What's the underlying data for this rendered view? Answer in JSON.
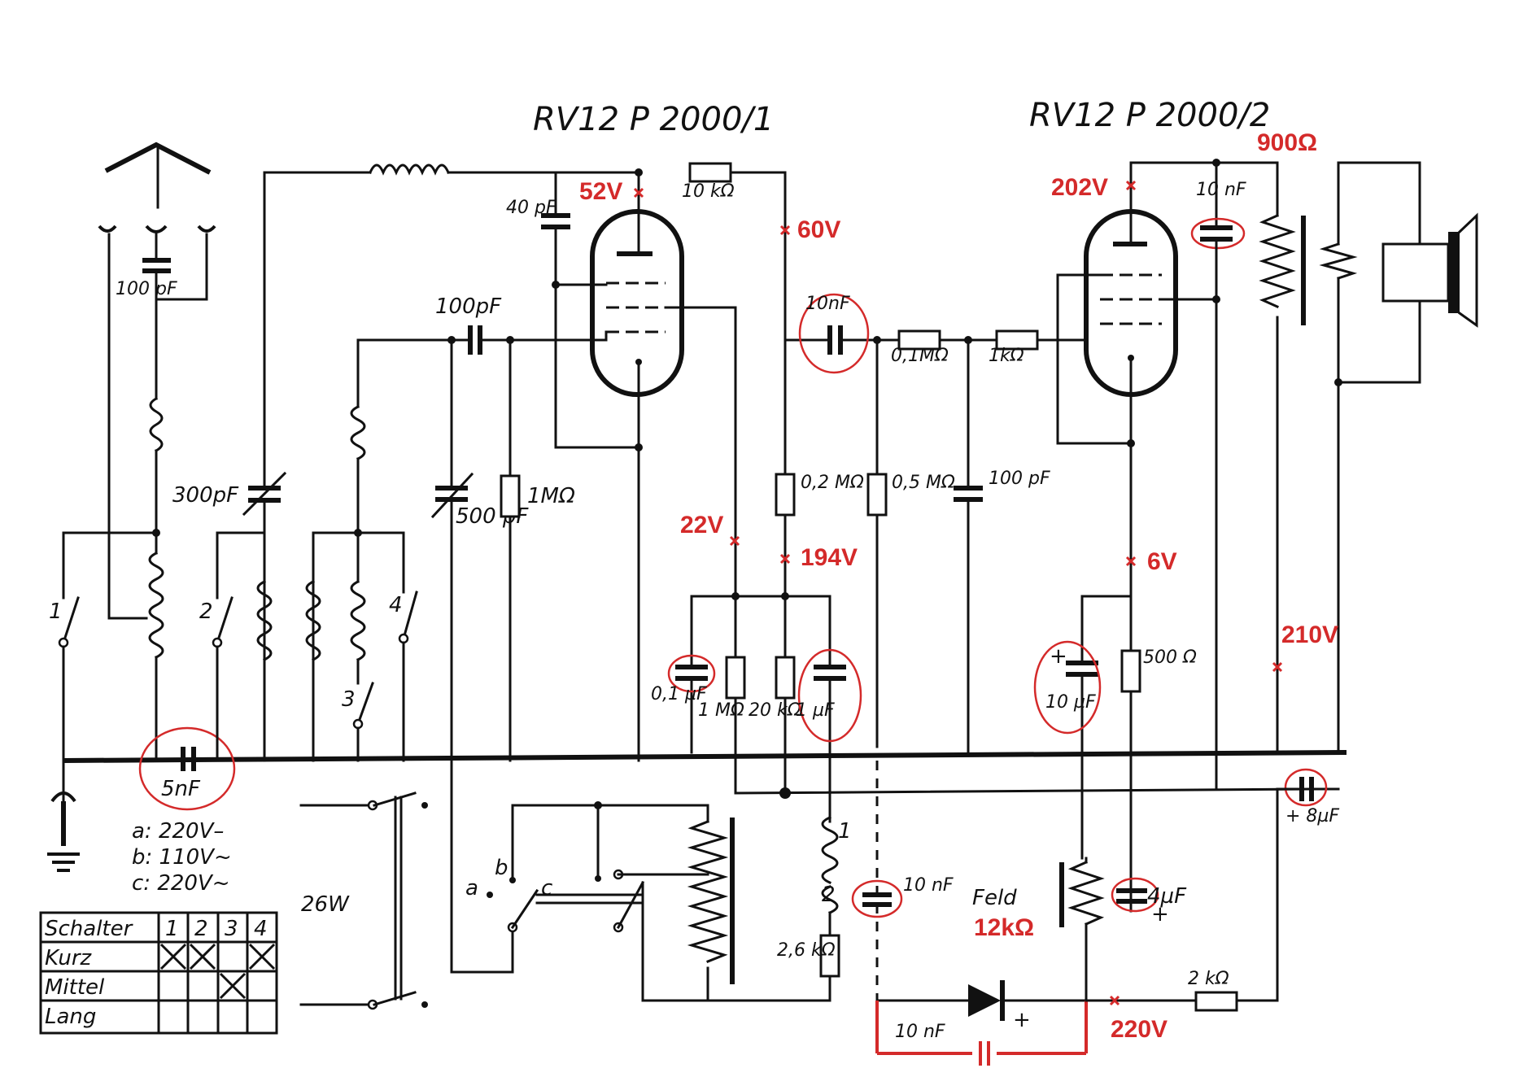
{
  "tubes": {
    "tube1": "RV12 P 2000/1",
    "tube2": "RV12 P 2000/2"
  },
  "components": {
    "c_ant": "100 pF",
    "c_var1": "300pF",
    "c_var2": "500 pF",
    "c_grid": "100pF",
    "c_40": "40 pF",
    "r_plate1": "10 kΩ",
    "r_grid1": "1MΩ",
    "c_couple": "10nF",
    "r_01m": "0,1MΩ",
    "r_1k": "1kΩ",
    "r_02m": "0,2 MΩ",
    "r_05m": "0,5 MΩ",
    "c_100pf": "100 pF",
    "c_10nf_p2": "10 nF",
    "c_01uf": "0,1 µF",
    "r_1m_b": "1 MΩ",
    "r_20k": "20 kΩ",
    "c_1uf": "1 µF",
    "c_10uf": "10 µF",
    "r_500": "500 Ω",
    "c_5nf": "5nF",
    "c_8uf": "+ 8µF",
    "r_26k": "2,6 kΩ",
    "c_10nf_mid": "10 nF",
    "feld": "Feld",
    "c_4uf": "4µF",
    "r_2k": "2 kΩ",
    "c_10nf_diode": "10 nF",
    "power": "26W",
    "coil_1": "1",
    "coil_2": "2",
    "switch_1": "1",
    "switch_2": "2",
    "switch_3": "3",
    "switch_4": "4",
    "sel_a": "a",
    "sel_b": "b",
    "sel_c": "c",
    "diode_plus": "+",
    "cap_plus_10uf": "+",
    "cap_plus_4uf": "+"
  },
  "annotations": {
    "v52": "52V",
    "v60": "60V",
    "v202": "202V",
    "r900": "900Ω",
    "v22": "22V",
    "v194": "194V",
    "v6": "6V",
    "v210": "210V",
    "v220": "220V",
    "feld_r": "12kΩ"
  },
  "legend": {
    "a": "a: 220V–",
    "b": "b: 110V~",
    "c": "c: 220V~"
  },
  "switch_table": {
    "headers": [
      "Schalter",
      "1",
      "2",
      "3",
      "4"
    ],
    "rows": [
      {
        "label": "Kurz",
        "marks": [
          true,
          true,
          false,
          true
        ]
      },
      {
        "label": "Mittel",
        "marks": [
          false,
          false,
          true,
          false
        ]
      },
      {
        "label": "Lang",
        "marks": [
          false,
          false,
          false,
          false
        ]
      }
    ]
  },
  "colors": {
    "annotation": "#d42a2a",
    "ink": "#111111"
  }
}
